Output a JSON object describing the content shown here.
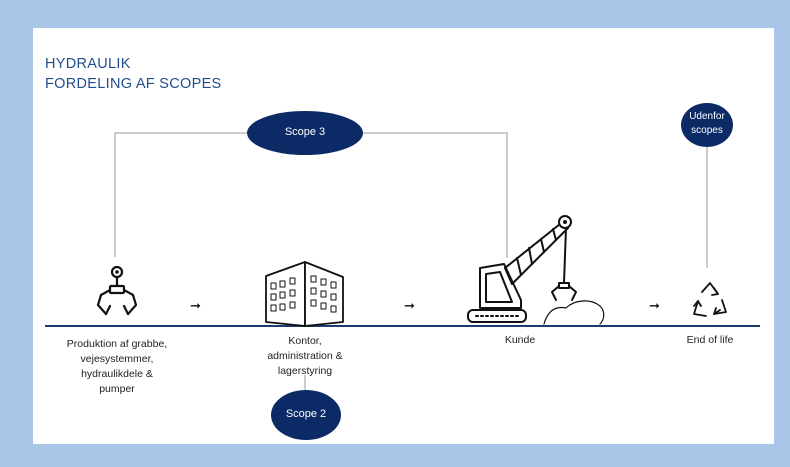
{
  "title": {
    "line1": "HYDRAULIK",
    "line2": "FORDELING AF SCOPES"
  },
  "scopes": {
    "scope3": "Scope 3",
    "scope2": "Scope 2",
    "outside_line1": "Udenfor",
    "outside_line2": "scopes"
  },
  "stages": [
    {
      "lines": [
        "Produktion af grabbe,",
        "vejesystemmer,",
        "hydraulikdele &",
        "pumper"
      ],
      "icon": "grab-claw-icon"
    },
    {
      "lines": [
        "Kontor,",
        "administration &",
        "lagerstyring"
      ],
      "icon": "office-building-icon"
    },
    {
      "lines": [
        "Kunde"
      ],
      "icon": "crane-excavator-icon"
    },
    {
      "lines": [
        "End of life"
      ],
      "icon": "recycle-icon"
    }
  ],
  "arrow_symbol": "➞",
  "colors": {
    "background": "#a9c5e8",
    "navy": "#0b2a66",
    "title": "#1f4e8c",
    "ground": "#1f3a6e"
  }
}
